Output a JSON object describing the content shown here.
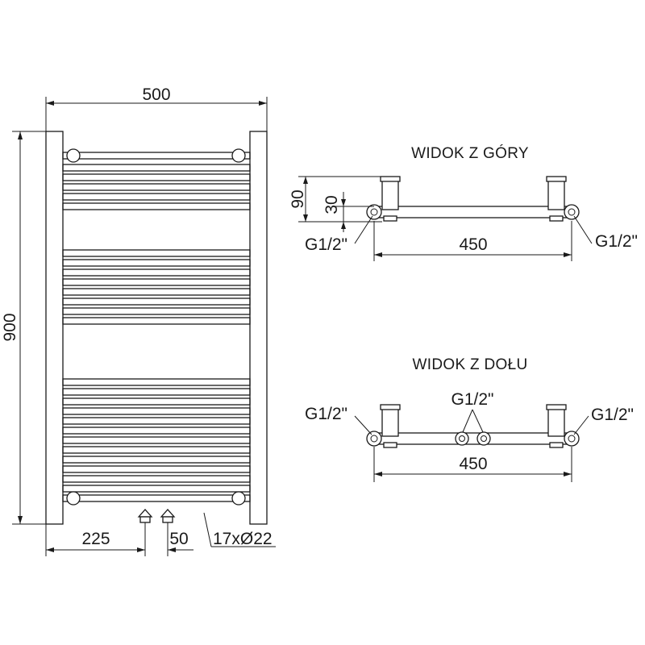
{
  "front_view": {
    "width_label": "500",
    "height_label": "900",
    "left_offset_label": "225",
    "spacing_label": "50",
    "tubes_label": "17xØ22"
  },
  "top_view": {
    "title": "WIDOK Z GÓRY",
    "depth_label": "90",
    "pipe_depth_label": "30",
    "left_connection_label": "G1/2\"",
    "right_connection_label": "G1/2\"",
    "span_label": "450"
  },
  "bottom_view": {
    "title": "WIDOK Z DOŁU",
    "left_connection_label": "G1/2\"",
    "center_connection_label": "G1/2\"",
    "right_connection_label": "G1/2\"",
    "span_label": "450"
  }
}
